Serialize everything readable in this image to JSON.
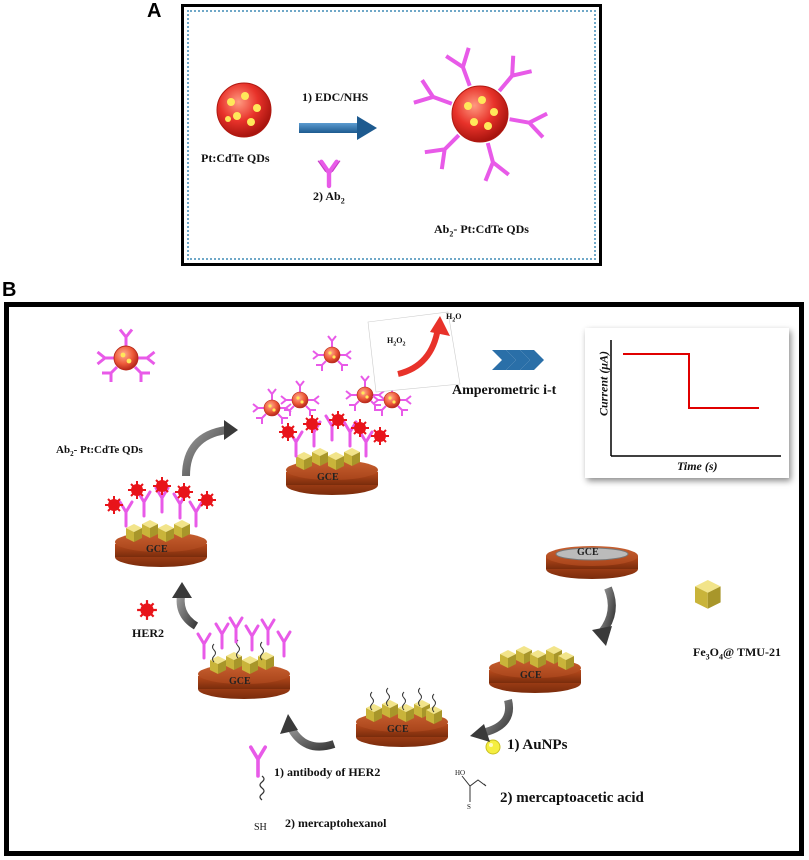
{
  "panel_a": {
    "letter": "A",
    "qd_label": "Pt:CdTe QDs",
    "step1": "1) EDC/NHS",
    "step2": "2) Ab",
    "step2_sub": "2",
    "product_prefix": "Ab",
    "product_sub": "2",
    "product_suffix": "- Pt:CdTe QDs"
  },
  "panel_b": {
    "letter": "B",
    "electrode_label": "GCE",
    "h2o2": "H",
    "h2o2_sub": "2",
    "h2o2_o": "O",
    "h2o": "H",
    "h2o_sub": "2",
    "h2o_o": "O",
    "amperometric": "Amperometric i-t",
    "y_axis": "Current (μA)",
    "x_axis": "Time (s)",
    "conjugate_prefix": "Ab",
    "conjugate_sub": "2",
    "conjugate_suffix": "- Pt:CdTe QDs",
    "her2": "HER2",
    "fe3o4_a": "Fe",
    "fe3o4_sub1": "3",
    "fe3o4_b": "O",
    "fe3o4_sub2": "4",
    "fe3o4_c": "@ TMU-21",
    "aunps": "1) AuNPs",
    "mercaptoacetic": "2) mercaptoacetic acid",
    "antibody_step": "1) antibody of HER2",
    "mercaptohexanol": "2) mercaptohexanol",
    "sh": "SH",
    "ho": "HO",
    "s": "S"
  },
  "colors": {
    "electrode": "#c0501e",
    "electrode_dark": "#8a3510",
    "antibody": "#e85ae8",
    "her2": "#e8141a",
    "qd": "#e8322a",
    "cube": "#d9c84a",
    "arrow_blue": "#2a6fa8",
    "plot_line": "#e00000"
  }
}
